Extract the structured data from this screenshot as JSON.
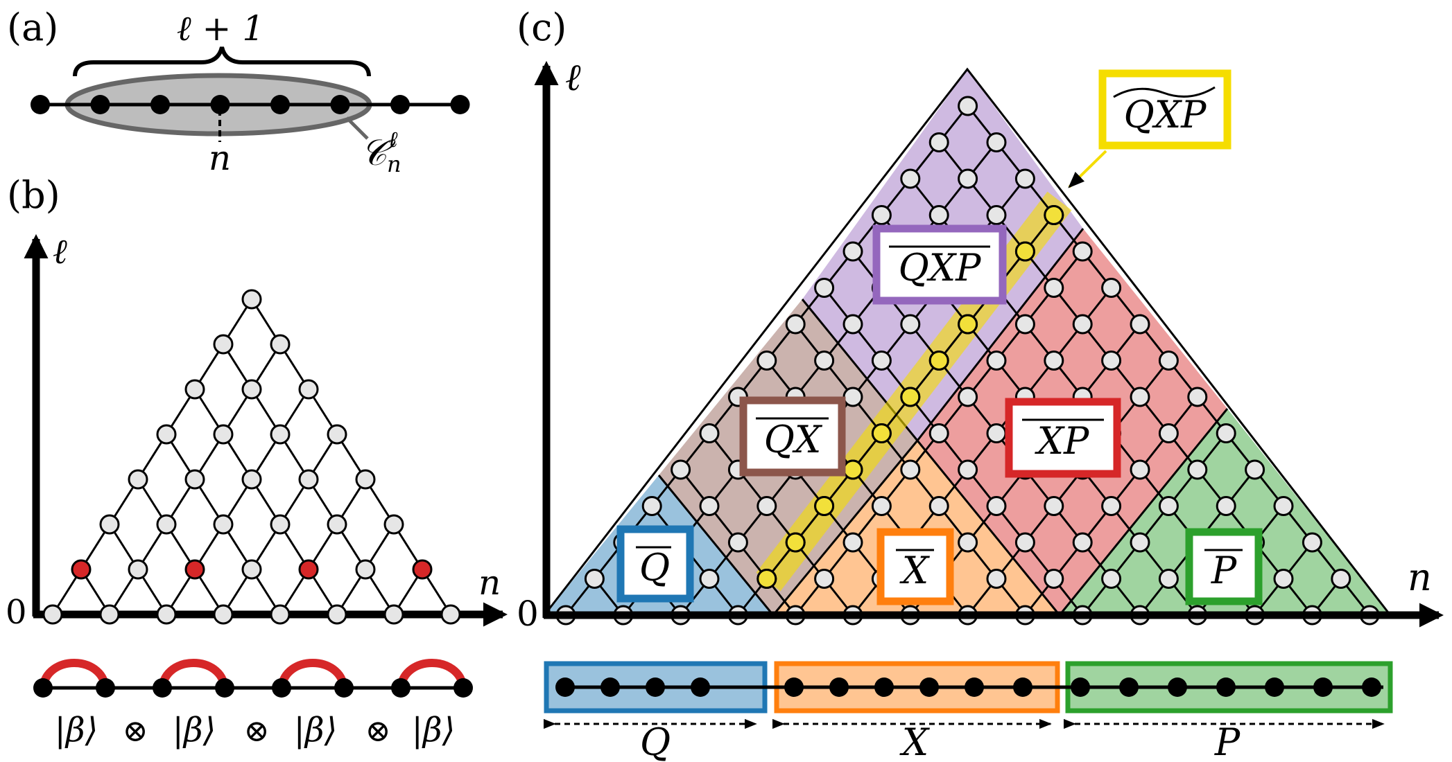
{
  "panel_labels": {
    "a": "(a)",
    "b": "(b)",
    "c": "(c)"
  },
  "panel_a": {
    "brace_label": "ℓ + 1",
    "center_label": "n",
    "cluster_label": "𝒞",
    "cluster_sup": "ℓ",
    "cluster_sub": "n"
  },
  "panel_b": {
    "axis_y": "ℓ",
    "axis_x": "n",
    "origin": "0",
    "product_terms": [
      "|β⟩",
      "⊗",
      "|β⟩",
      "⊗",
      "|β⟩",
      "⊗",
      "|β⟩"
    ]
  },
  "panel_c": {
    "axis_y": "ℓ",
    "axis_x": "n",
    "origin": "0",
    "regions": [
      {
        "label": "Q",
        "fill": "#1f77b4"
      },
      {
        "label": "QX",
        "fill": "#8c564b"
      },
      {
        "label": "X",
        "fill": "#ff7f0e"
      },
      {
        "label": "QXP",
        "fill": "#9467bd"
      },
      {
        "label": "XP",
        "fill": "#d62728"
      },
      {
        "label": "P",
        "fill": "#2ca02c"
      }
    ],
    "highlight": {
      "label": "QXP",
      "accent": "~",
      "color": "#f5dd00"
    },
    "bottom_blocks": [
      {
        "label": "Q",
        "color": "#1f77b4"
      },
      {
        "label": "X",
        "color": "#ff7f0e"
      },
      {
        "label": "P",
        "color": "#2ca02c"
      }
    ]
  },
  "colors": {
    "node_fill": "#e6e6e6",
    "red_node": "#d62728",
    "cluster_fill": "#bdbdbd"
  }
}
